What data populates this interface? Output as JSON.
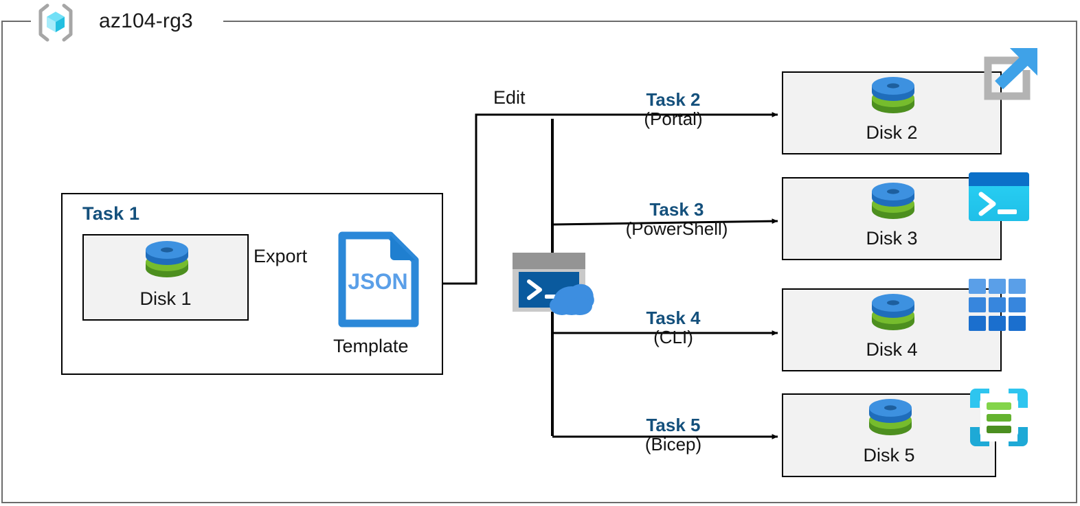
{
  "diagram": {
    "title": "Azure resource group disk tasks",
    "resource_group": {
      "name": "az104-rg3",
      "icon": "azure-resource-group-icon"
    },
    "colors": {
      "task_label": "#14507c",
      "box_fill": "#f2f2f2",
      "box_border": "#000000",
      "frame_border": "#6b6b6b",
      "json_blue": "#2b88d8",
      "disk_blue": "#3d8edb",
      "disk_green": "#6cb33f",
      "powershell_cyan": "#28c8f0",
      "powershell_titlebar": "#0b70c8",
      "cli_blue": "#2a7fd4",
      "bicep_cyan": "#2ec5ef",
      "bicep_green": "#6cc044",
      "portal_gray": "#b3b3b3",
      "portal_arrow": "#3fa2e8"
    }
  },
  "task1": {
    "title": "Task 1",
    "source_disk": {
      "label": "Disk 1",
      "icon": "managed-disk-icon"
    },
    "export_label": "Export",
    "template": {
      "label": "Template",
      "file_type": "JSON",
      "icon": "json-file-icon"
    }
  },
  "edit": {
    "label": "Edit"
  },
  "cloudshell": {
    "icon": "cloud-shell-icon"
  },
  "branches": [
    {
      "task": "Task 2",
      "method": "(Portal)",
      "target": {
        "label": "Disk 2",
        "icon": "managed-disk-icon"
      },
      "tool_icon": "azure-portal-icon"
    },
    {
      "task": "Task 3",
      "method": "(PowerShell)",
      "target": {
        "label": "Disk 3",
        "icon": "managed-disk-icon"
      },
      "tool_icon": "powershell-icon"
    },
    {
      "task": "Task 4",
      "method": "(CLI)",
      "target": {
        "label": "Disk 4",
        "icon": "managed-disk-icon"
      },
      "tool_icon": "azure-cli-icon"
    },
    {
      "task": "Task 5",
      "method": "(Bicep)",
      "target": {
        "label": "Disk 5",
        "icon": "managed-disk-icon"
      },
      "tool_icon": "bicep-icon"
    }
  ]
}
